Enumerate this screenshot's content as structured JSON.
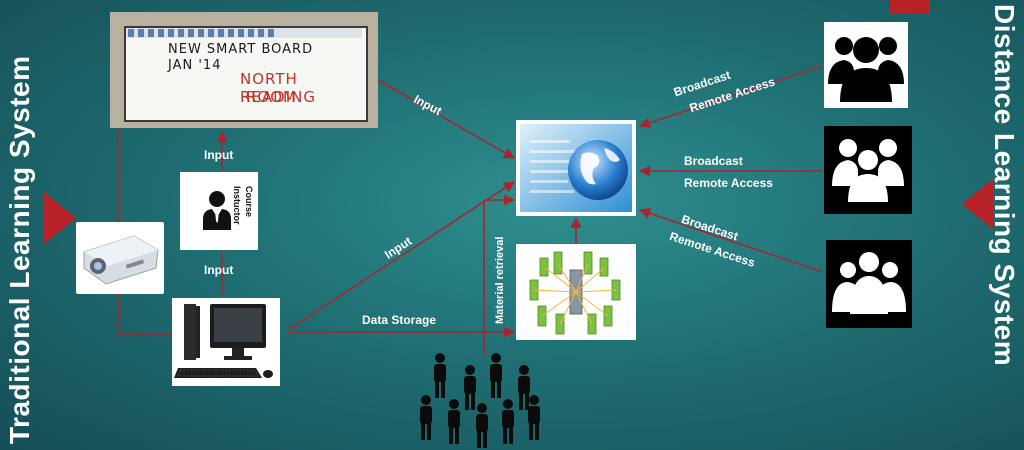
{
  "titles": {
    "left": "Traditional Learning System",
    "right": "Distance Learning System"
  },
  "smart_board": {
    "line1": "NEW SMART BOARD",
    "line2": "JAN '14",
    "line3": "NORTH READING",
    "line4": "ROOM"
  },
  "instructor": {
    "label_line1": "Course",
    "label_line2": "Instuctor"
  },
  "labels": {
    "input_board_to_instructor": "Input",
    "input_instructor_to_pc": "Input",
    "input_board_to_server": "Input",
    "input_pc_to_server": "Input",
    "data_storage": "Data Storage",
    "material_retrieval": "Material retrieval"
  },
  "remote_links": [
    {
      "line1": "Broadcast",
      "line2": "Remote Access"
    },
    {
      "line1": "Broadcast",
      "line2": "Remote Access"
    },
    {
      "line1": "Broadcast",
      "line2": "Remote Access"
    }
  ],
  "colors": {
    "accent_red": "#b8232a",
    "line_red": "#a8252d",
    "background_mid": "#2f8f8f"
  },
  "icons": {
    "instructor": "person-suit-icon",
    "audience": "user-group-icon",
    "server": "globe-server-icon",
    "storage": "storage-cluster-icon",
    "students": "crowd-icon",
    "projector": "projector-icon",
    "computer": "desktop-computer-icon"
  }
}
